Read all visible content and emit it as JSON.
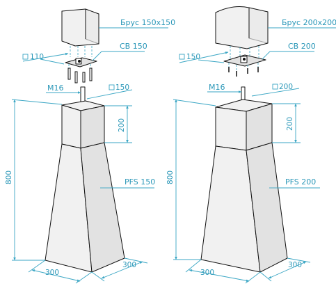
{
  "left": {
    "beam_label": "Брус 150х150",
    "plate_label": "СВ 150",
    "plate_size": "110",
    "beam_size": "150",
    "stud_label": "М16",
    "top_size": "150",
    "height_top": "200",
    "height_total": "800",
    "base_label": "PFS 150",
    "base_w1": "300",
    "base_w2": "300"
  },
  "right": {
    "beam_label": "Брус 200х200",
    "plate_label": "СВ 200",
    "plate_size": "150",
    "stud_label": "М16",
    "top_size": "200",
    "height_top": "200",
    "height_total": "800",
    "base_label": "PFS 200",
    "base_w1": "300",
    "base_w2": "300"
  },
  "colors": {
    "line": "#111111",
    "dimension": "#3aa6c4",
    "fill": "#f1f1f1"
  }
}
